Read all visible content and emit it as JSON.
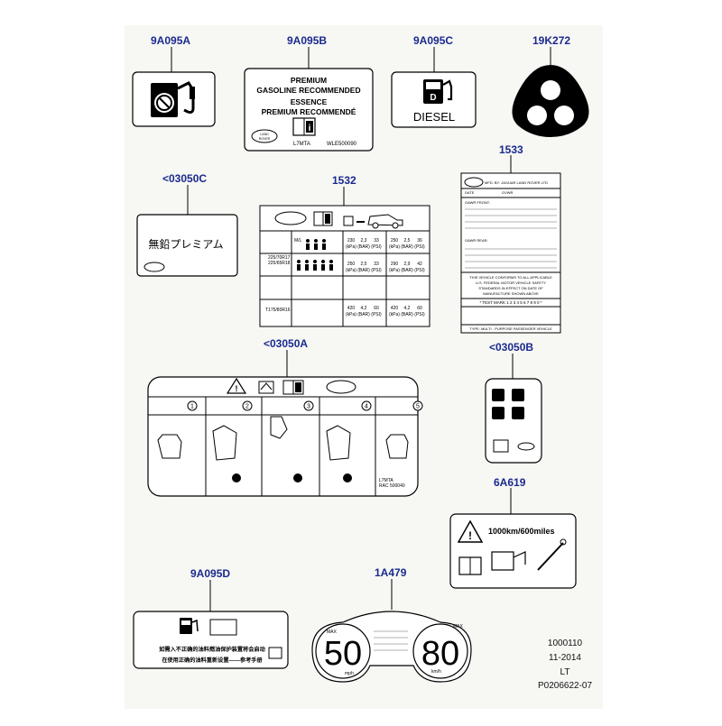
{
  "page": {
    "background": "#f7f7f3",
    "callout_color": "#1a2a8f"
  },
  "callouts": {
    "c_9a095a": "9A095A",
    "c_9a095b": "9A095B",
    "c_9a095c": "9A095C",
    "c_19k272": "19K272",
    "c_03050c": "<03050C",
    "c_1532": "1532",
    "c_1533": "1533",
    "c_03050a": "<03050A",
    "c_03050b": "<03050B",
    "c_6a619": "6A619",
    "c_9a095d": "9A095D",
    "c_1a479": "1A479"
  },
  "label_9a095b": {
    "line1": "PREMIUM",
    "line2": "GASOLINE RECOMMENDED",
    "line3": "ESSENCE",
    "line4": "PREMIUM RECOMMENDÉ",
    "code1": "L7MTA",
    "code2": "WLE500090",
    "brand_top": "LAND",
    "brand_bottom": "ROVER"
  },
  "label_9a095c": {
    "text": "DIESEL",
    "pump_letter": "D"
  },
  "label_03050c": {
    "text": "無鉛プレミアム"
  },
  "label_1532": {
    "tyre1": "225/70R17",
    "tyre1b": "225/65R18",
    "tyre2": "T175/80R16",
    "mnl": "M/L",
    "rows": [
      [
        "230",
        "2,3",
        "33",
        "250",
        "2,5",
        "36"
      ],
      [
        "250",
        "2,5",
        "33",
        "290",
        "2,9",
        "42"
      ],
      [
        "420",
        "4,2",
        "60",
        "420",
        "4,2",
        "60"
      ]
    ],
    "unit_kpa": "(kPa)",
    "unit_bar": "(BAR)",
    "unit_psi": "(PSI)"
  },
  "label_1533": {
    "header": "MFD. BY: JAGUAR LAND ROVER LTD",
    "date": "DATE",
    "gvwr": "GVWR",
    "gawr_front": "GAWR FRONT:",
    "gawr_rear": "GAWR REAR:",
    "conform1": "THIS VEHICLE CONFORMS TO ALL APPLICABLE",
    "conform2": "U.S. FEDERAL MOTOR VEHICLE SAFETY",
    "conform3": "STANDARDS IN EFFECT ON DATE OF",
    "conform4": "MANUFACTURE SHOWN ABOVE",
    "test_mark": "* TEST MARK 1 2 3 4 5 6 7 8 9 0 *",
    "type": "TYPE: MULTI - PURPOSE PASSENGER VEHICLE"
  },
  "label_03050a": {
    "steps": [
      "1",
      "2",
      "3",
      "4",
      "5"
    ],
    "code1": "L7MTA",
    "code2": "RAC 500040"
  },
  "label_6a619": {
    "text": "1000km/600miles"
  },
  "label_1a479": {
    "left": "50",
    "right": "80",
    "max": "MAX",
    "kmh": "km/h",
    "mph": "mph"
  },
  "label_9a095d": {
    "line1": "如需入不正确的油料燃油保护装置将会启动",
    "line2": "在使用正确的油料重新设置——参考手册"
  },
  "footer": {
    "code": "1000110",
    "date": "11-2014",
    "lt": "LT",
    "ref": "P0206622-07"
  }
}
